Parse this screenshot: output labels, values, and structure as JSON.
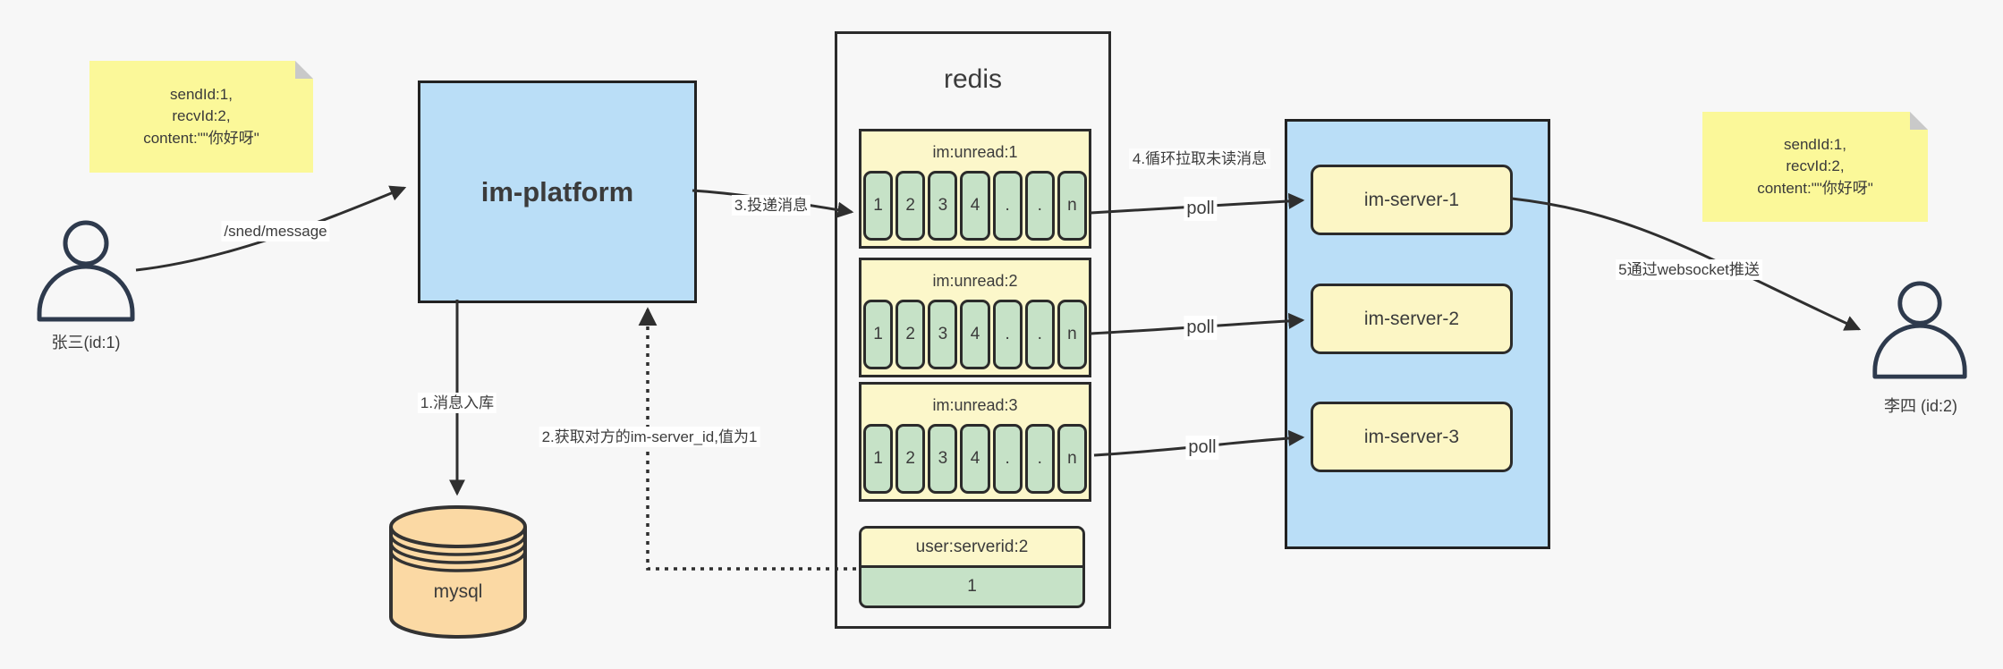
{
  "notes": {
    "left": {
      "lines": [
        "sendId:1,",
        "recvId:2,",
        "content:\"\"你好呀\""
      ]
    },
    "right": {
      "lines": [
        "sendId:1,",
        "recvId:2,",
        "content:\"\"你好呀\""
      ]
    }
  },
  "actors": {
    "sender": {
      "label": "张三(id:1)"
    },
    "receiver": {
      "label": "李四 (id:2)"
    }
  },
  "platform": {
    "label": "im-platform"
  },
  "database": {
    "label": "mysql"
  },
  "redis": {
    "title": "redis",
    "queues": [
      {
        "name": "im:unread:1",
        "cells": [
          "1",
          "2",
          "3",
          "4",
          ".",
          ".",
          "n"
        ]
      },
      {
        "name": "im:unread:2",
        "cells": [
          "1",
          "2",
          "3",
          "4",
          ".",
          ".",
          "n"
        ]
      },
      {
        "name": "im:unread:3",
        "cells": [
          "1",
          "2",
          "3",
          "4",
          ".",
          ".",
          "n"
        ]
      }
    ],
    "mapping": {
      "name": "user:serverid:2",
      "value": "1"
    }
  },
  "servers": {
    "items": [
      {
        "label": "im-server-1"
      },
      {
        "label": "im-server-2"
      },
      {
        "label": "im-server-3"
      }
    ]
  },
  "edges": {
    "send_api": "/sned/message",
    "step1": "1.消息入库",
    "step2": "2.获取对方的im-server_id,值为1",
    "step3": "3.投递消息",
    "step4": "4.循环拉取未读消息",
    "poll1": "poll",
    "poll2": "poll",
    "poll3": "poll",
    "step5": "5通过websocket推送"
  },
  "colors": {
    "background": "#f7f7f7",
    "note_yellow": "#fbf899",
    "box_blue": "#badef7",
    "box_yellow": "#fcf7ca",
    "cell_green": "#c6e2c7",
    "db_orange": "#fbd9a4",
    "line_dark": "#2f2f2f"
  }
}
